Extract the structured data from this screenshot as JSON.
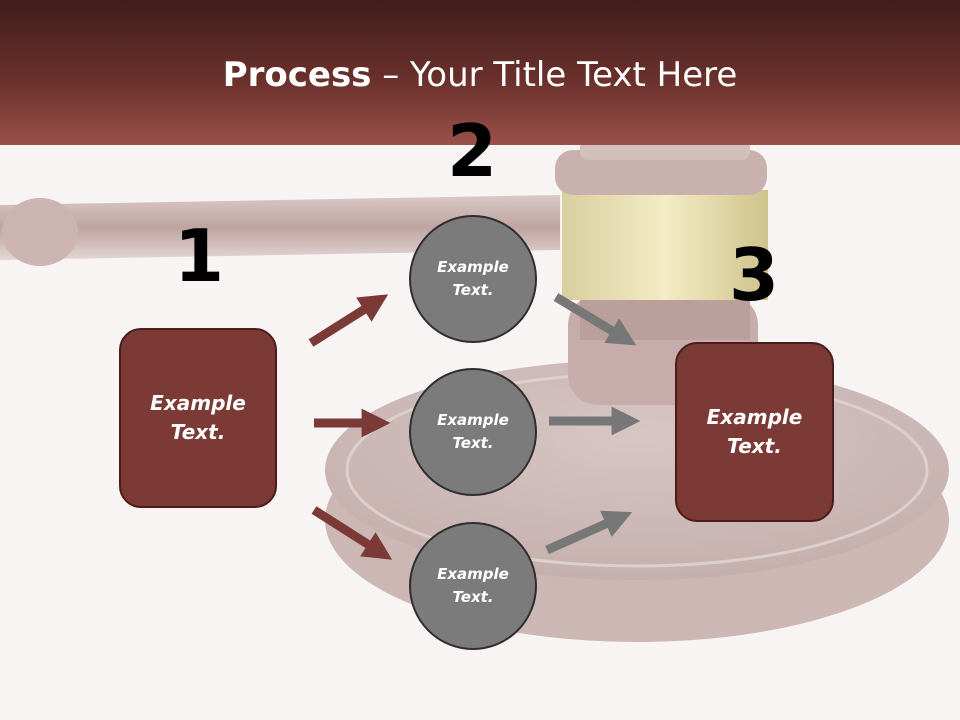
{
  "title": {
    "bold": "Process",
    "rest": " – Your Title Text Here"
  },
  "steps": {
    "n1": "1",
    "n2": "2",
    "n3": "3"
  },
  "left_box": {
    "line1": "Example",
    "line2": "Text."
  },
  "right_box": {
    "line1": "Example",
    "line2": "Text."
  },
  "circles": [
    {
      "line1": "Example",
      "line2": "Text."
    },
    {
      "line1": "Example",
      "line2": "Text."
    },
    {
      "line1": "Example",
      "line2": "Text."
    }
  ],
  "colors": {
    "box_fill": "#7c3a36",
    "circle_fill": "#7b7b7b",
    "arrow_red": "#7c3a36",
    "arrow_gray": "#777777",
    "header_top": "#3f1e1b",
    "header_bottom": "#9a514a"
  }
}
